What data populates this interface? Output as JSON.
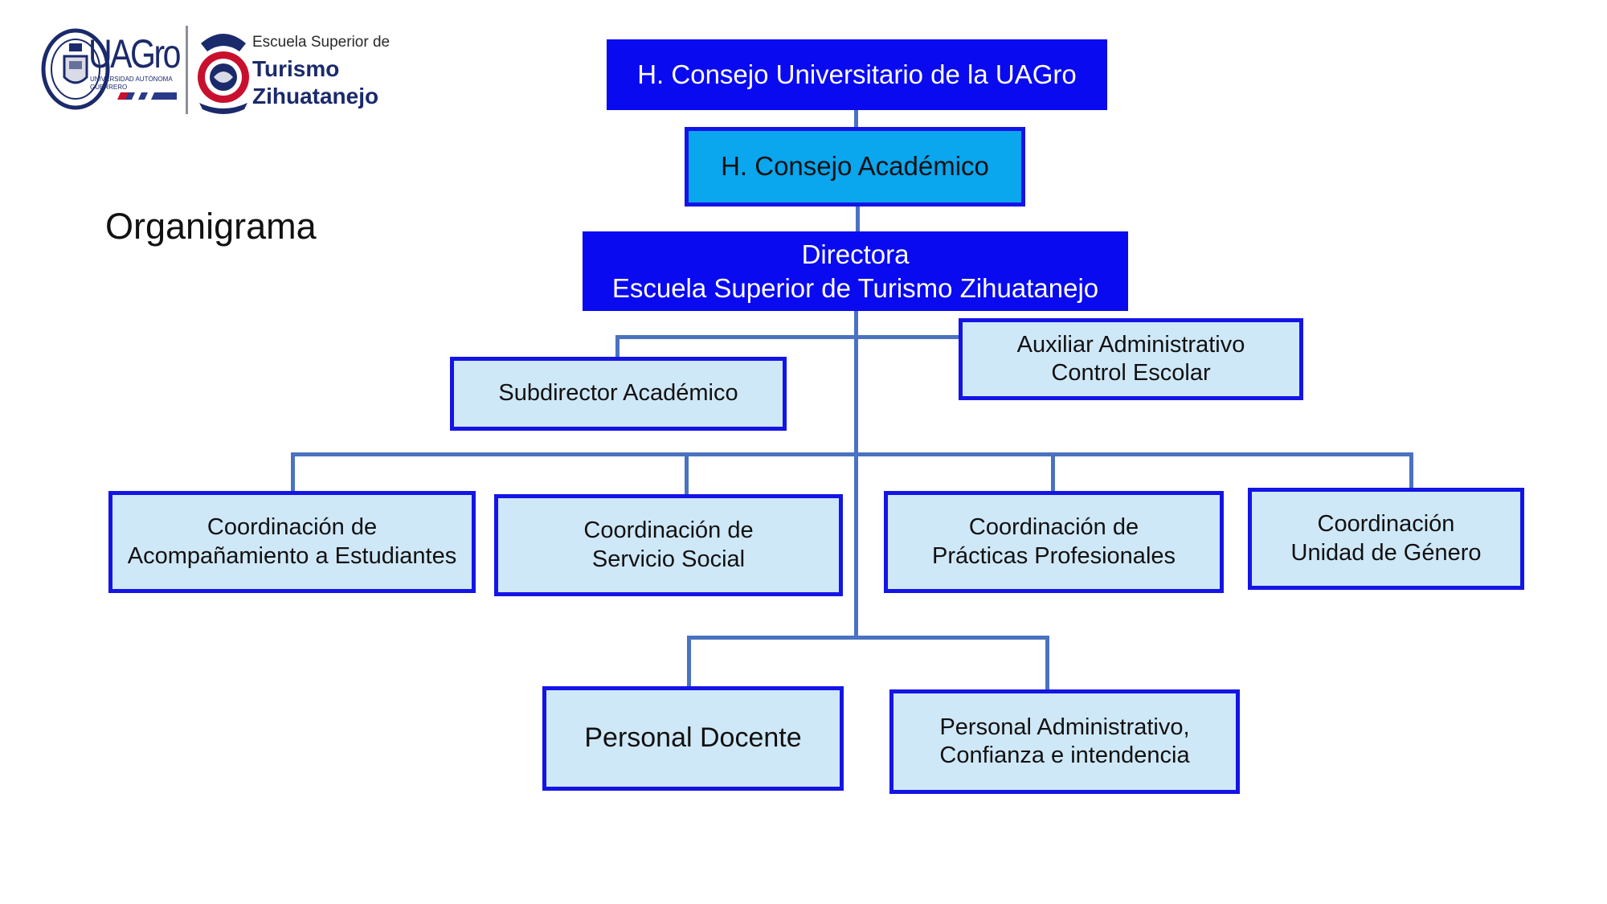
{
  "header": {
    "uagro_logo_text": "UAGro",
    "uagro_logo_subtext": "UNIVERSIDAD AUTÓNOMA GUERRERO",
    "school_logo": {
      "line1": "Escuela Superior de",
      "line2": "Turismo",
      "line3": "Zihuatanejo"
    }
  },
  "title": "Organigrama",
  "nodes": {
    "consejo_universitario": "H. Consejo Universitario de la UAGro",
    "consejo_academico": "H. Consejo Académico",
    "directora_line1": "Directora",
    "directora_line2": "Escuela Superior de Turismo Zihuatanejo",
    "subdirector": "Subdirector Académico",
    "auxiliar_line1": "Auxiliar Administrativo",
    "auxiliar_line2": "Control Escolar",
    "coord_acompanamiento_line1": "Coordinación de",
    "coord_acompanamiento_line2": "Acompañamiento a Estudiantes",
    "coord_servicio_line1": "Coordinación de",
    "coord_servicio_line2": "Servicio Social",
    "coord_practicas_line1": "Coordinación de",
    "coord_practicas_line2": "Prácticas Profesionales",
    "coord_genero_line1": "Coordinación",
    "coord_genero_line2": "Unidad de Género",
    "personal_docente": "Personal Docente",
    "personal_admin_line1": "Personal Administrativo,",
    "personal_admin_line2": "Confianza e intendencia"
  },
  "colors": {
    "dark_box": "#0a0af0",
    "mid_box": "#0aa6ee",
    "light_box": "#cfe8f8",
    "box_border": "#1414e6",
    "connector": "#4a72c0"
  }
}
